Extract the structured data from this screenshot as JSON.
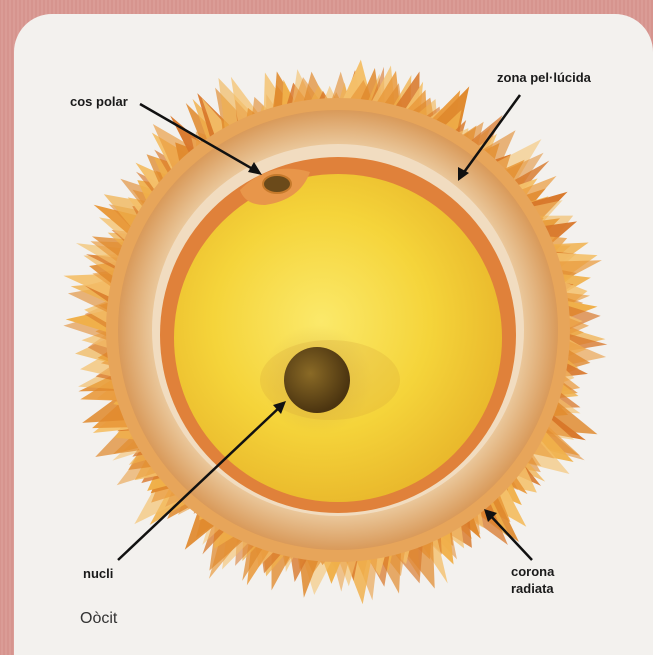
{
  "labels": {
    "polar_body": "cos polar",
    "zona": "zona pel·lúcida",
    "nucleus": "nucli",
    "corona_line1": "corona",
    "corona_line2": "radiata"
  },
  "caption": "Oòcit",
  "colors": {
    "background": "#d89a94",
    "card": "#f3f1ee",
    "corona": "#e39a3c",
    "zona": "#f1d7b0",
    "membrane": "#d9742e",
    "cytoplasm": "#f3d23a",
    "nucleus": "#5b4212"
  }
}
